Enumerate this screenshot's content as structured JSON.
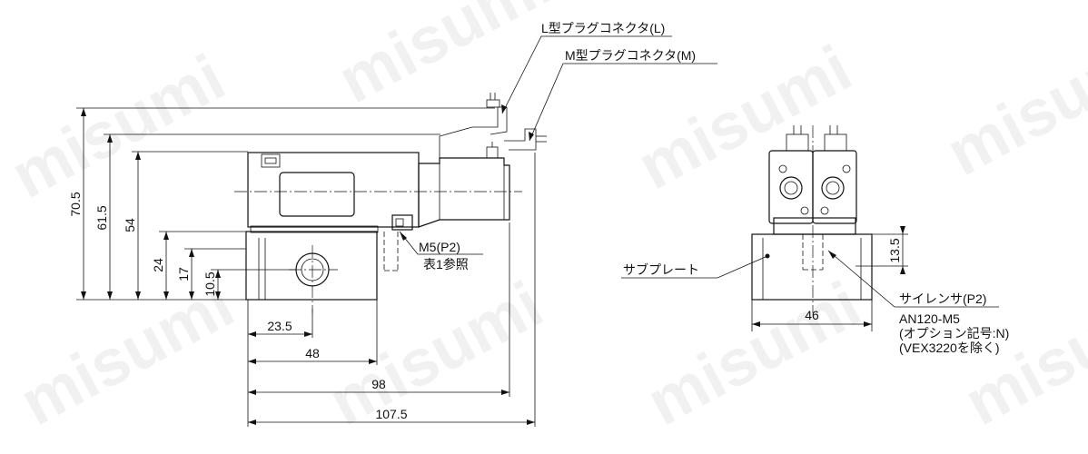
{
  "watermark": "misumi",
  "callouts": {
    "l_connector": "L型プラグコネクタ(L)",
    "m_connector": "M型プラグコネクタ(M)",
    "m5_port": "M5(P2)",
    "m5_ref": "表1参照",
    "subplate": "サブプレート",
    "silencer": "サイレンサ(P2)",
    "silencer_model": "AN120-M5",
    "option_code": "(オプション記号:N)",
    "exclusion": "(VEX3220を除く)"
  },
  "dimensions": {
    "h_70_5": "70.5",
    "h_61_5": "61.5",
    "h_54": "54",
    "h_24": "24",
    "h_17": "17",
    "h_10_5": "10.5",
    "w_23_5": "23.5",
    "w_48": "48",
    "w_98": "98",
    "w_107_5": "107.5",
    "w_46": "46",
    "h_13_5": "13.5"
  }
}
